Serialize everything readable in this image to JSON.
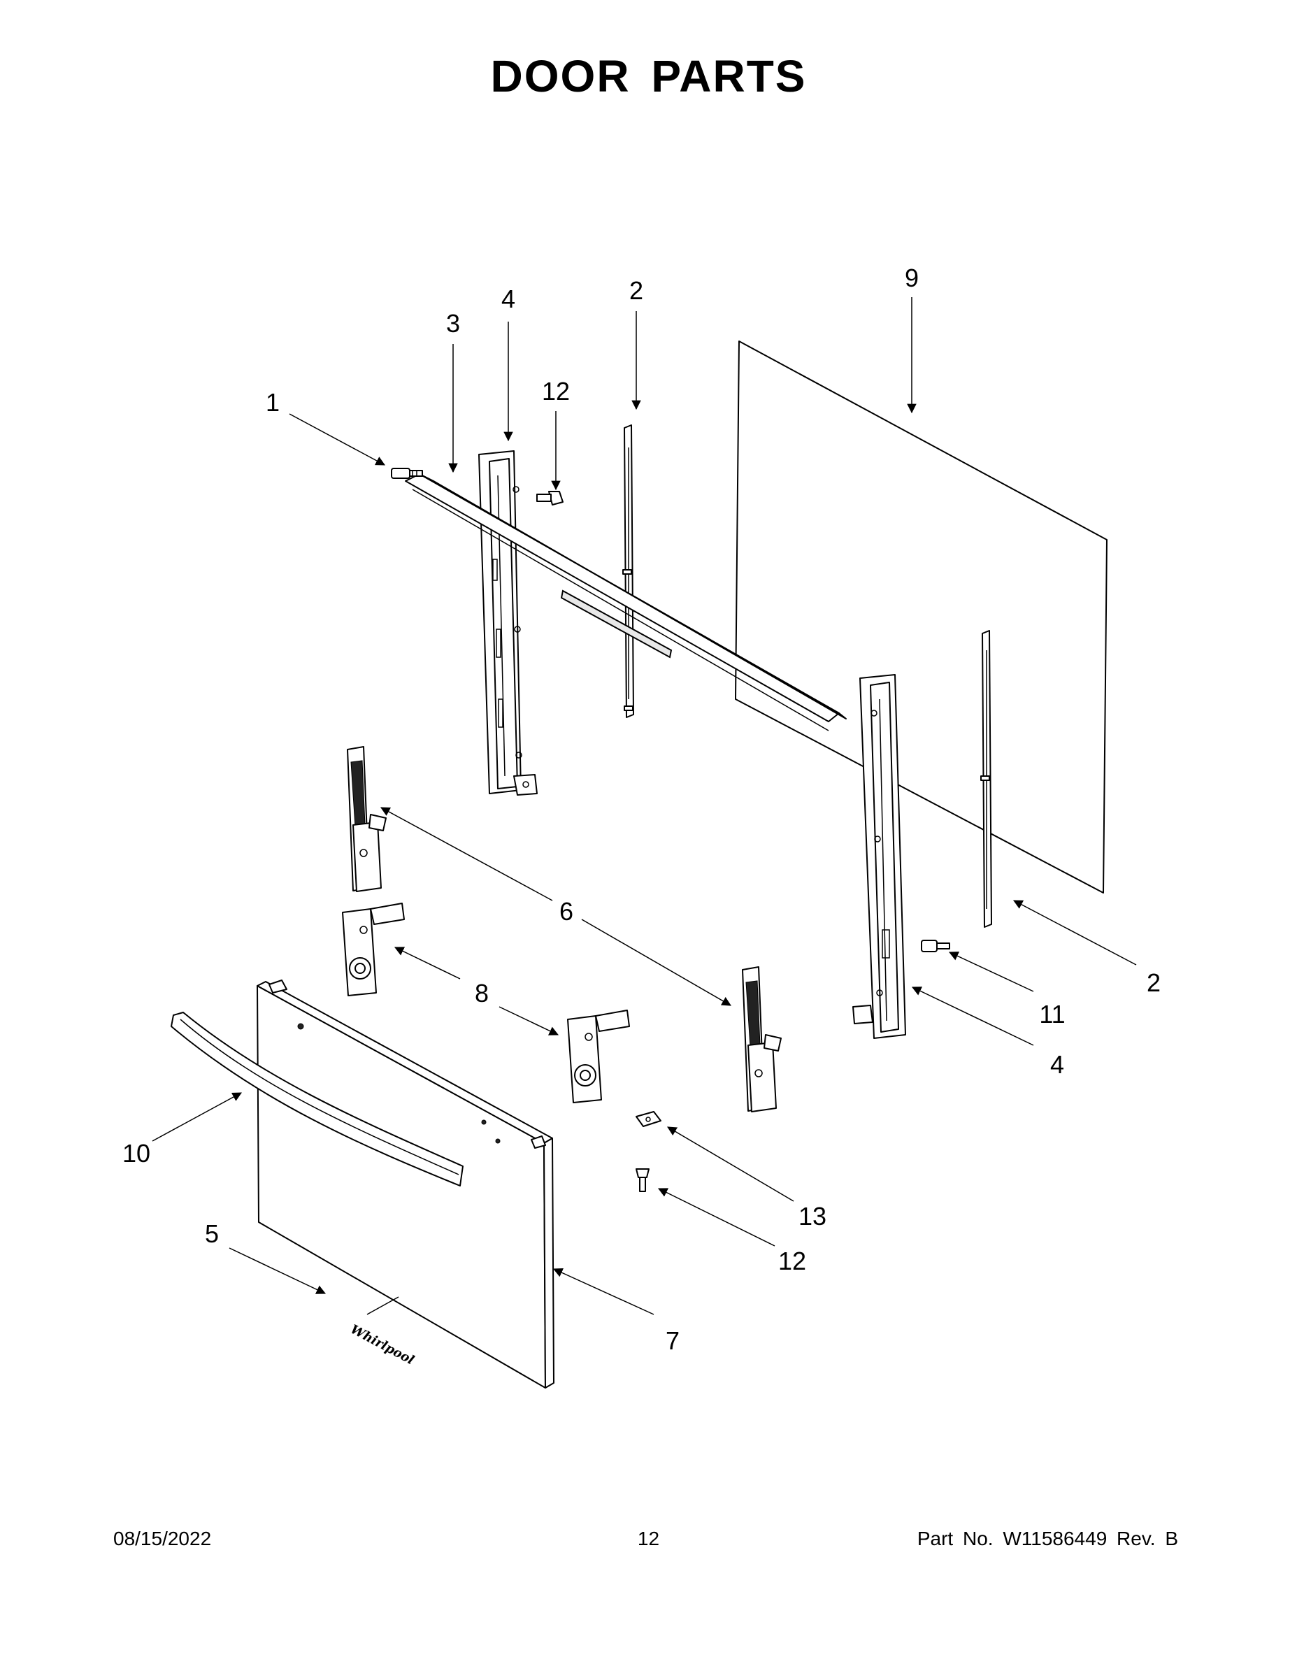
{
  "title": "DOOR PARTS",
  "callouts": {
    "c1": "1",
    "c2a": "2",
    "c2b": "2",
    "c3": "3",
    "c4a": "4",
    "c4b": "4",
    "c5": "5",
    "c6": "6",
    "c7": "7",
    "c8": "8",
    "c9": "9",
    "c10": "10",
    "c11": "11",
    "c12a": "12",
    "c12b": "12",
    "c13": "13"
  },
  "logo_text": "Whirlpool",
  "footer": {
    "date": "08/15/2022",
    "page": "12",
    "part": "Part No.  W11586449  Rev.  B"
  }
}
